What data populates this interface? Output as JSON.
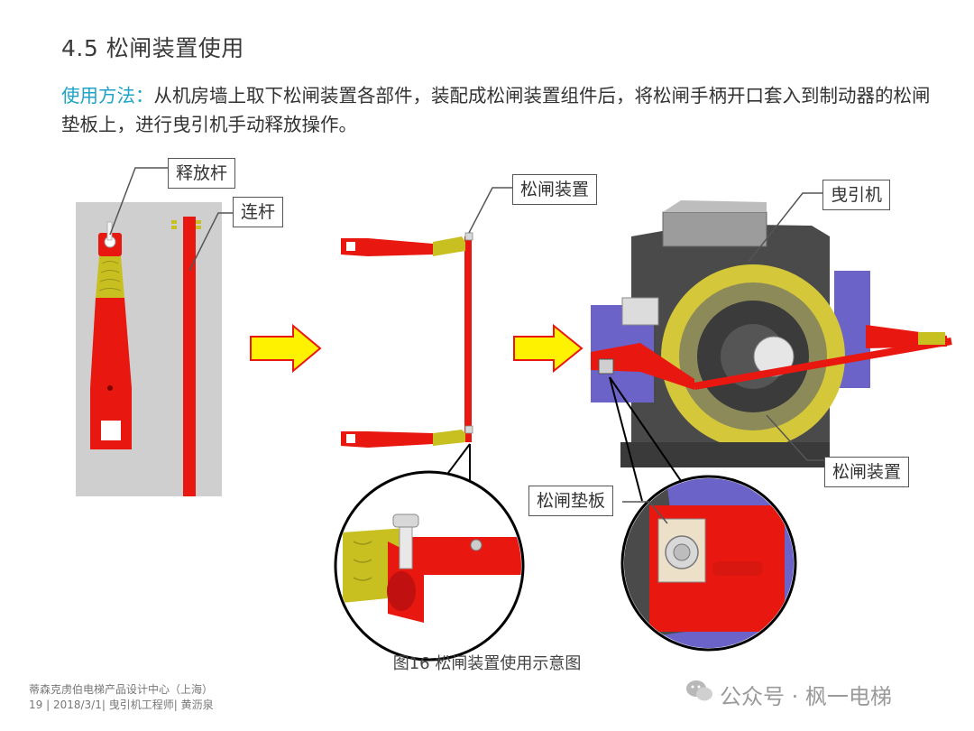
{
  "page": {
    "title": "4.5 松闸装置使用",
    "description_lead": "使用方法：",
    "description_text": "从机房墙上取下松闸装置各部件，装配成松闸装置组件后，将松闸手柄开口套入到制动器的松闸垫板上，进行曳引机手动释放操作。"
  },
  "figure": {
    "labels": {
      "release_lever": "释放杆",
      "connecting_rod": "连杆",
      "brake_release_device_top": "松闸装置",
      "traction_machine": "曳引机",
      "brake_release_device_right": "松闸装置",
      "brake_release_pad": "松闸垫板"
    },
    "caption": "图16  松闸装置使用示意图",
    "colors": {
      "part_red": "#e8170f",
      "part_yellow": "#c8c020",
      "arrow_yellow": "#fff200",
      "machine_yellow": "#d4c73a",
      "machine_blue": "#6c63c8",
      "label_border": "#555555"
    }
  },
  "footer": {
    "organization": "蒂森克虏伯电梯产品设计中心（上海）",
    "page_number": "19",
    "meta": "| 2018/3/1| 曳引机工程师| 黄沥泉",
    "watermark": "公众号 · 枫一电梯"
  }
}
